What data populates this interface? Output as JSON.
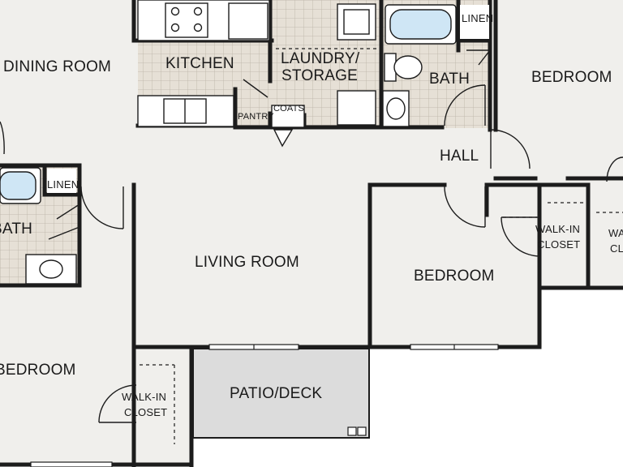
{
  "colors": {
    "floor": "#f0efec",
    "tile": "#e6e0d6",
    "tile_grid": "#b9b2a6",
    "wall": "#1c1c1c",
    "patio": "#dcdcdc",
    "fixture": "#ffffff",
    "tub_water": "#cfe6f5",
    "outside": "#ffffff"
  },
  "rooms": {
    "dining_room": "DINING ROOM",
    "kitchen": "KITCHEN",
    "laundry_line1": "LAUNDRY/",
    "laundry_line2": "STORAGE",
    "pantry": "PANTRY",
    "coats": "COATS",
    "bath_right": "BATH",
    "linen_right": "LINEN",
    "bedroom_top_right": "BEDROOM",
    "hall": "HALL",
    "linen_left": "LINEN",
    "bath_left": "BATH",
    "living_room": "LIVING ROOM",
    "bedroom_middle": "BEDROOM",
    "walkin_mid_line1": "WALK-IN",
    "walkin_mid_line2": "CLOSET",
    "walkin_right_partial_1": "WA",
    "walkin_right_partial_2": "CL",
    "bedroom_bottom_left": "BEDROOM",
    "walkin_left_line1": "WALK-IN",
    "walkin_left_line2": "CLOSET",
    "patio": "PATIO/DECK"
  }
}
